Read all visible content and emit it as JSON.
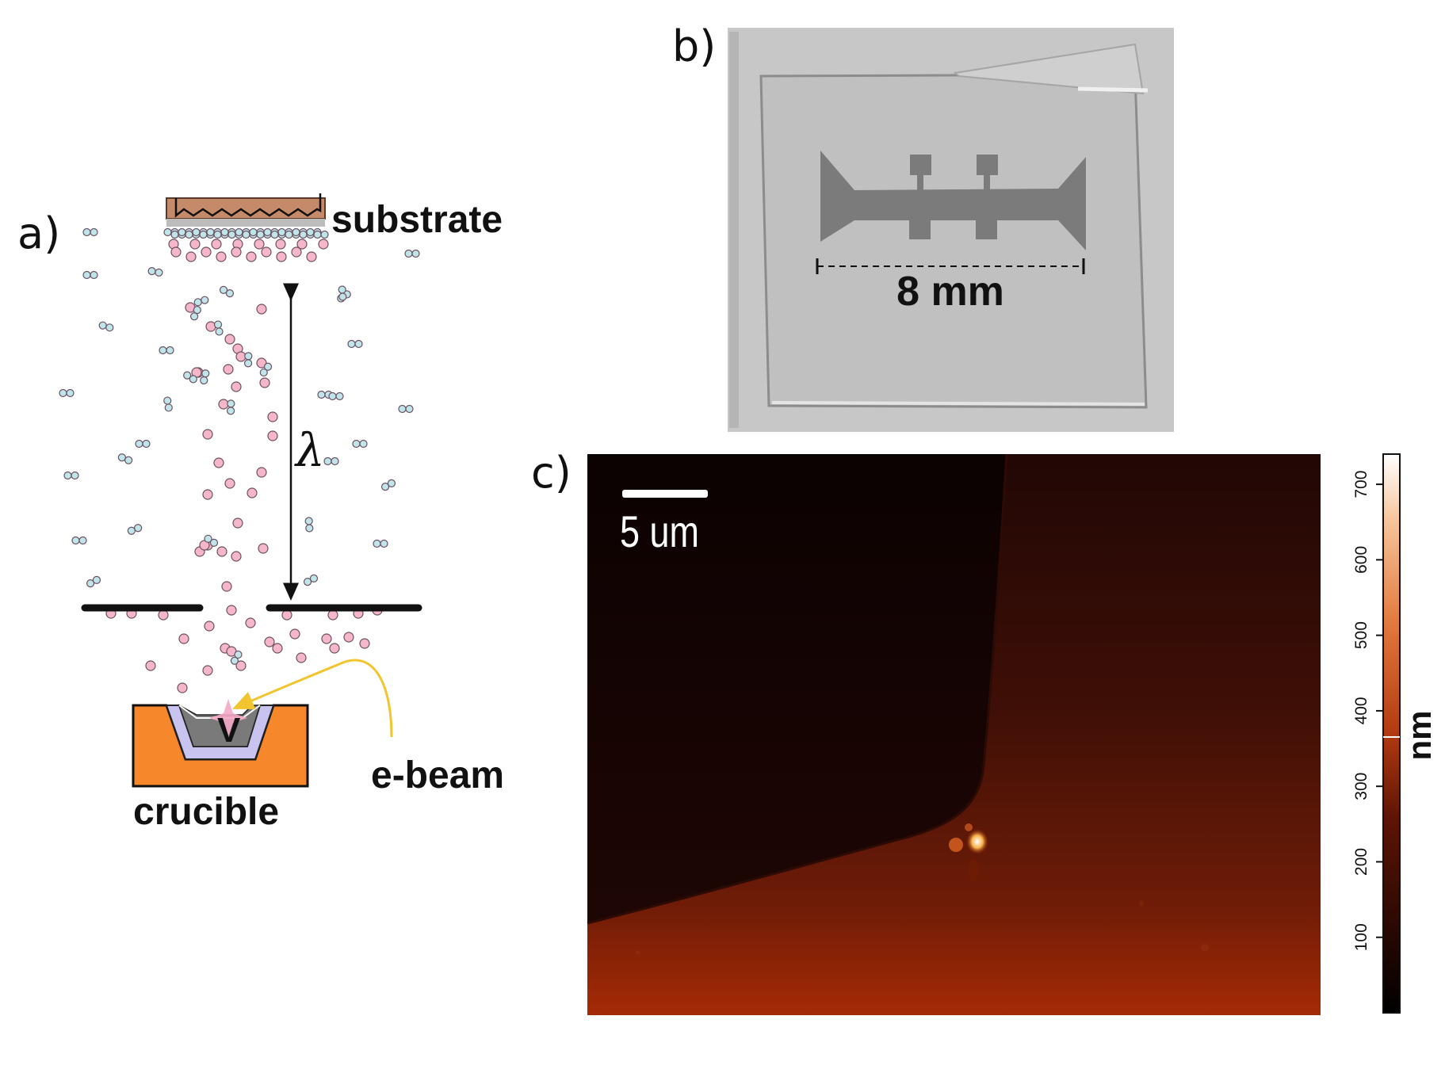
{
  "panels": {
    "a": {
      "label": "a)",
      "substrate_label": "substrate",
      "lambda_symbol": "λ",
      "crucible_label": "crucible",
      "source_letter": "V",
      "beam_label": "e-beam"
    },
    "b": {
      "label": "b)",
      "scale_label": "8 mm"
    },
    "c": {
      "label": "c)",
      "scale_label": "5 um",
      "colorbar_unit": "nm",
      "colorbar_ticks": [
        "100",
        "200",
        "300",
        "400",
        "500",
        "600",
        "700"
      ],
      "colorbar_tick_values": [
        100,
        200,
        300,
        400,
        500,
        600,
        700
      ],
      "colorbar_range": [
        0,
        740
      ]
    }
  },
  "colors": {
    "pink_atom": "#f4b6c8",
    "blue_atom": "#bfe4ea",
    "crucible_orange": "#f6872a",
    "beam_yellow": "#f2c530",
    "substrate_brown": "#c48a6a",
    "afm_dark": "#120302",
    "afm_light": "#a52a06"
  }
}
